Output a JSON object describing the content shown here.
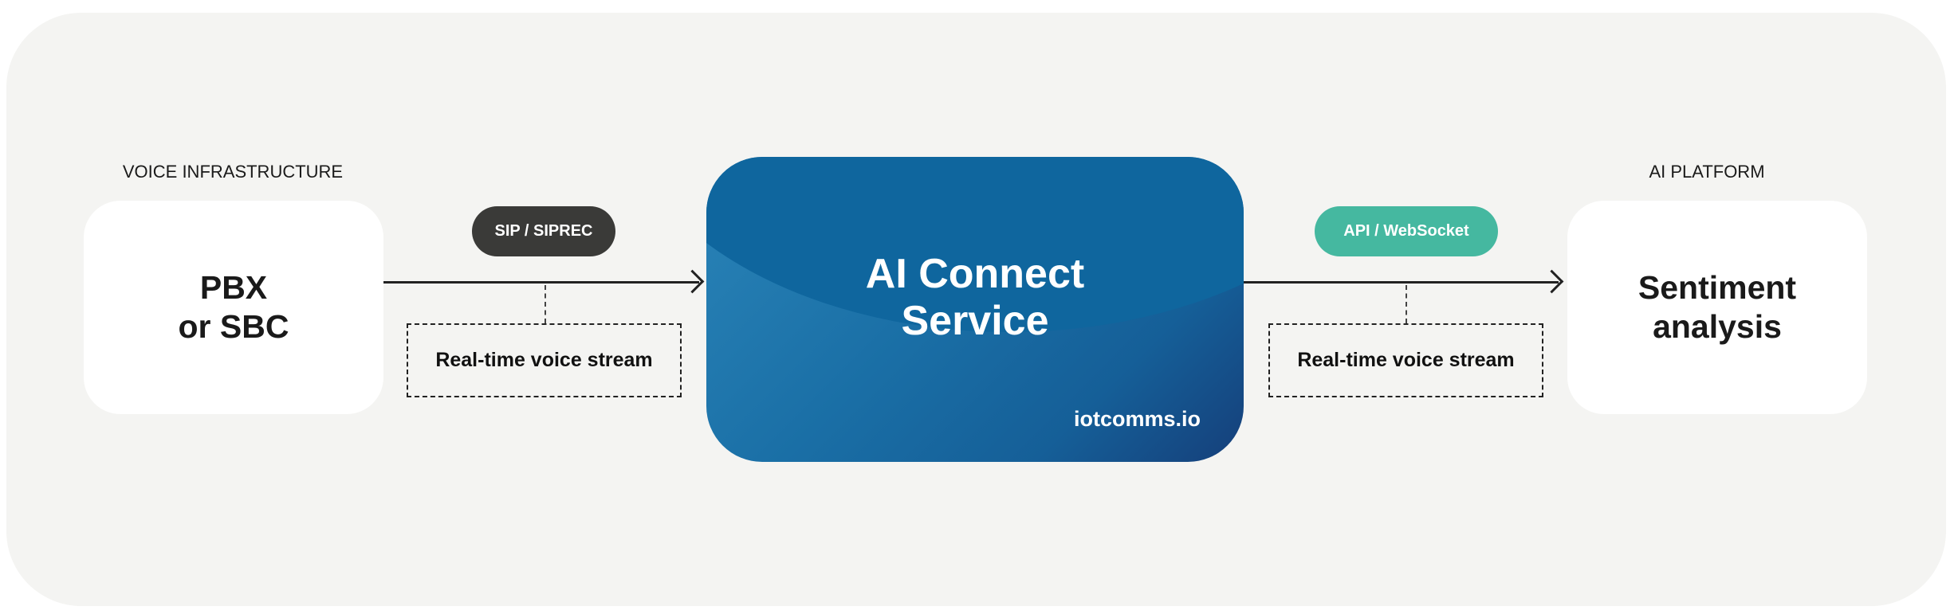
{
  "left": {
    "caption": "VOICE INFRASTRUCTURE",
    "node_line1": "PBX",
    "node_line2": "or SBC"
  },
  "left_link": {
    "protocol": "SIP / SIPREC",
    "stream": "Real-time voice stream",
    "pill_color": "#3a3a38"
  },
  "center": {
    "title_line1": "AI Connect",
    "title_line2": "Service",
    "brand": "iotcomms.io",
    "color": "#0f669e"
  },
  "right_link": {
    "protocol": "API / WebSocket",
    "stream": "Real-time voice stream",
    "pill_color": "#45b8a0"
  },
  "right": {
    "caption": "AI PLATFORM",
    "node_line1": "Sentiment",
    "node_line2": "analysis"
  }
}
